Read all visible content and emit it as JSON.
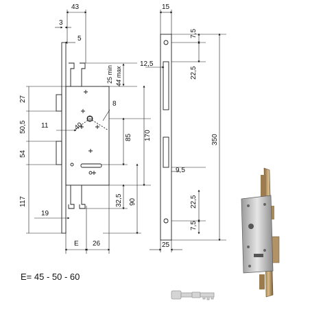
{
  "dimensions": {
    "front_width": "43",
    "front_offset": "3",
    "front_thickness": "5",
    "plate_width": "15",
    "top_hole": "7,5",
    "upper_bolt_height": "12,5",
    "hole_to_bolt": "22,5",
    "latch_min": "25 min",
    "latch_max": "44 max",
    "top_to_follower": "27",
    "follower_to_key": "50,5",
    "follower_offset": "11",
    "follower_angle": "40",
    "follower_square": "8",
    "key_to_centre": "85",
    "overall_to_key": "170",
    "key_box": "54",
    "lower_tab": "117",
    "bottom_hook": "19",
    "lower_bolt_drop": "32,5",
    "bottom_section": "90",
    "backset": "E",
    "case_depth": "26",
    "plate_bolt_width": "9,5",
    "plate_lower_hole": "22,5",
    "plate_bottom_hole": "7,5",
    "plate_bottom_width": "25",
    "total_length": "350"
  },
  "legend": "E= 45 - 50 - 60",
  "colors": {
    "line": "#1a1a1a",
    "metal_light": "#d8d8d8",
    "metal_dark": "#8a8a8a",
    "bronze": "#b89668"
  }
}
